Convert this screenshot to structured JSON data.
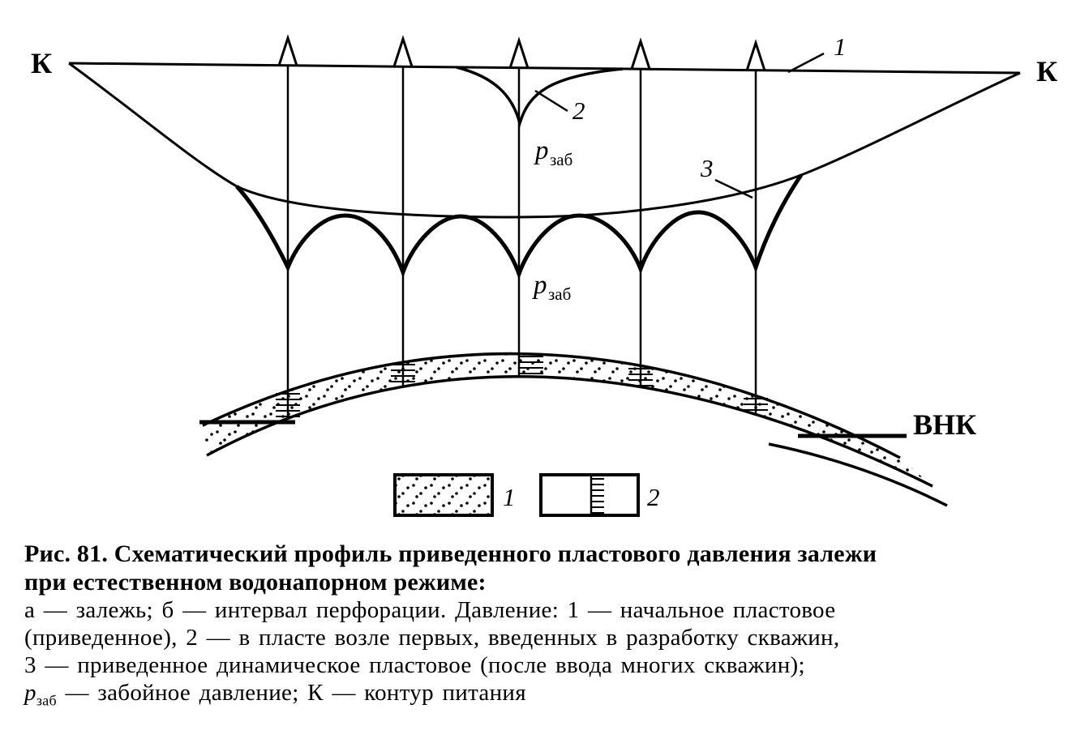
{
  "colors": {
    "ink": "#000000",
    "background": "#ffffff"
  },
  "figure": {
    "labels": {
      "k_left": "К",
      "k_right": "К",
      "curve1": "1",
      "curve2": "2",
      "curve3": "3",
      "p_zab_prefix": "p",
      "p_zab_sub": "заб",
      "vnk": "ВНК"
    },
    "legend": {
      "item1_label": "1",
      "item2_label": "2",
      "item1_meaning": "dotted-fill-deposit",
      "item2_meaning": "hatched-perforation-interval"
    }
  },
  "caption": {
    "title_lines": [
      "Рис. 81. Схематический профиль приведенного пластового давления залежи",
      "при естественном водонапорном режиме:"
    ],
    "body_lines": [
      "а — залежь; б — интервал перфорации. Давление: 1 — начальное пластовое",
      "(приведенное), 2 — в пласте возле первых, введенных в разработку скважин,",
      "3 — приведенное динамическое пластовое (после ввода многих скважин);"
    ],
    "pzab_line": {
      "prefix": "р",
      "sub": "заб",
      "rest": " — забойное давление; К — контур питания"
    }
  }
}
